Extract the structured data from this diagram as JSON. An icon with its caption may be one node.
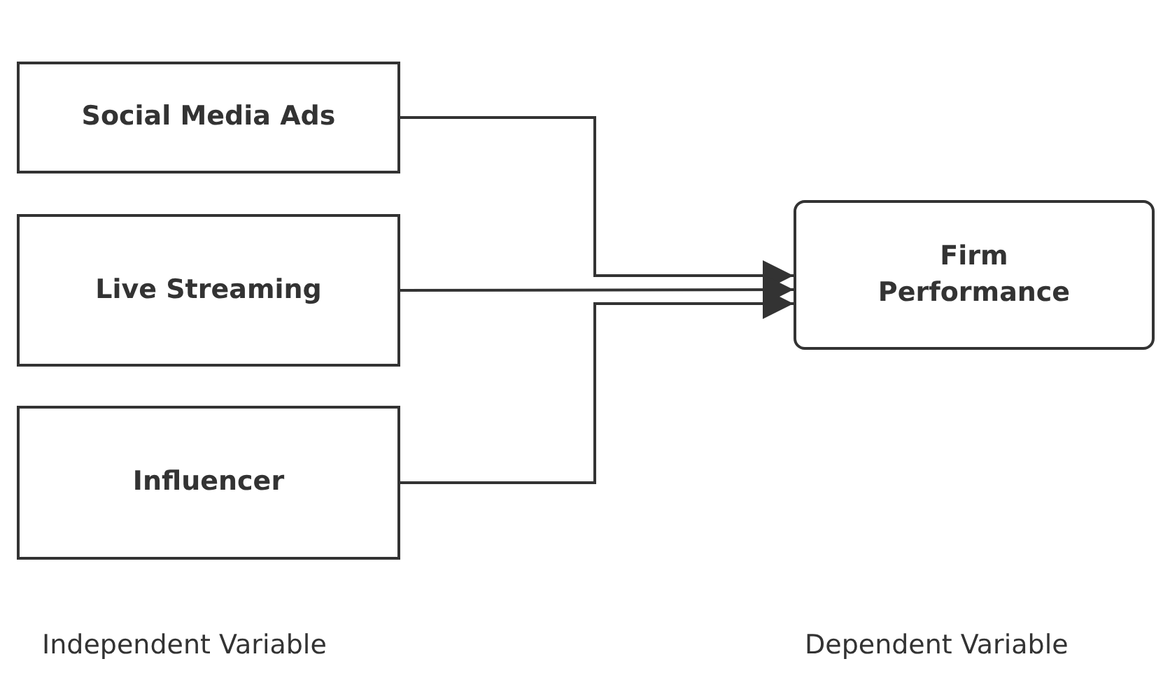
{
  "diagram": {
    "nodes": [
      {
        "text": [
          "Social Media Ads"
        ]
      },
      {
        "text": [
          "Live Streaming"
        ]
      },
      {
        "text": [
          "Influencer"
        ]
      },
      {
        "text": [
          "Firm Performance"
        ]
      }
    ],
    "edges": [
      {
        "from": 0,
        "to": 3,
        "arrow": "to"
      },
      {
        "from": 1,
        "to": 3,
        "arrow": "to"
      },
      {
        "from": 2,
        "to": 3,
        "arrow": "to"
      }
    ],
    "labels": [
      "Independent Variable",
      "Dependent Variable"
    ]
  }
}
